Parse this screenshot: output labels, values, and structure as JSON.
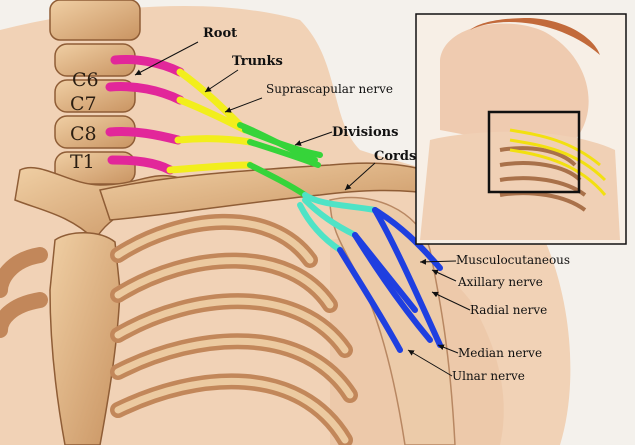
{
  "labels": {
    "root": "Root",
    "trunks": "Trunks",
    "suprascapular": "Suprascapular nerve",
    "divisions": "Divisions",
    "cords": "Cords",
    "musculocutaneous": "Musculocutaneous",
    "axillary": "Axillary nerve",
    "radial": "Radial nerve",
    "median": "Median nerve",
    "ulnar": "Ulnar nerve"
  },
  "vertebrae": [
    "C6",
    "C7",
    "C8",
    "T1"
  ],
  "colors": {
    "root": "#e2279a",
    "trunk": "#f2ee1c",
    "division": "#36d43a",
    "cord": "#4fe3c6",
    "branch": "#1f3fe0",
    "bone": "#e2b98a",
    "bone_shadow": "#a3744a",
    "skin": "#f3d3b8",
    "background": "#f4f1ec"
  }
}
